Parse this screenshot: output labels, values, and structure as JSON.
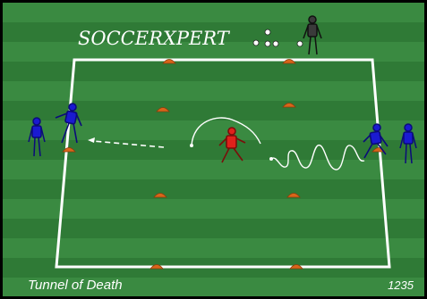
{
  "brand": {
    "logo_text": "SOCCERXPERT"
  },
  "drill": {
    "title": "Tunnel of Death",
    "code": "1235"
  },
  "colors": {
    "stripe_light": "#3a8a41",
    "stripe_dark": "#2f7a36",
    "field_line": "#ffffff",
    "cone": "#d9651a",
    "team_blue": "#1a1ad1",
    "player_red": "#e0211b",
    "coach_black": "#111111"
  },
  "icons": {
    "cone": "cone-icon",
    "ball": "soccer-ball-icon",
    "player": "player-figure-icon"
  }
}
